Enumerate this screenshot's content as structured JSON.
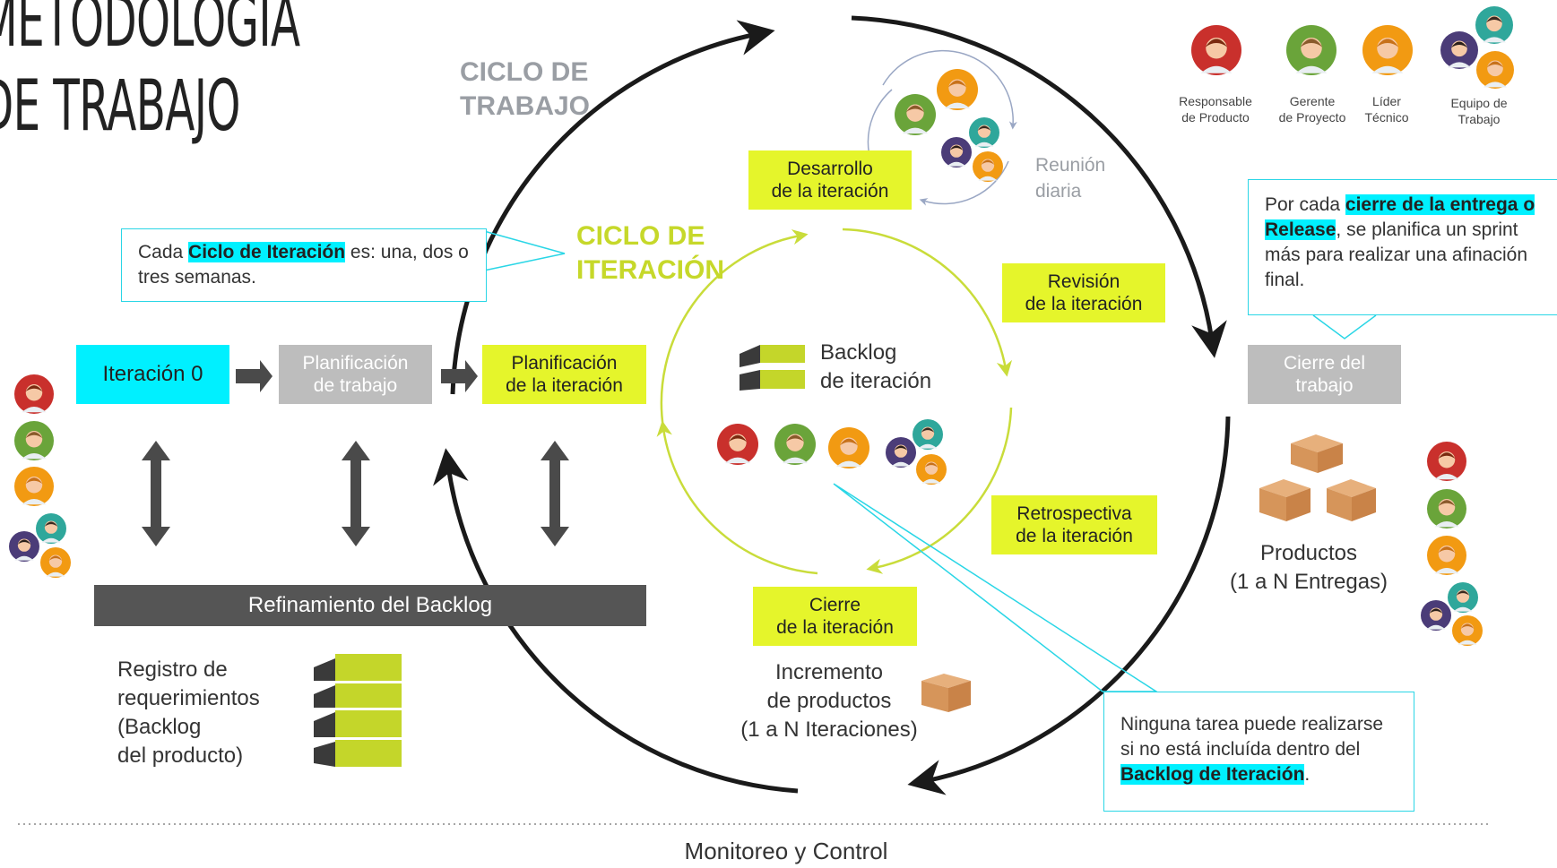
{
  "title": {
    "line1": "METODOLOGÍA",
    "line2": "DE TRABAJO"
  },
  "cycles": {
    "work": "CICLO DE\nTRABAJO",
    "iteration": "CICLO DE\nITERACIÓN"
  },
  "boxes": {
    "iteration0": "Iteración 0",
    "work_planning": "Planificación\nde trabajo",
    "iteration_planning": "Planificación\nde la iteración",
    "iteration_development": "Desarrollo\nde la iteración",
    "iteration_review": "Revisión\nde la iteración",
    "iteration_retrospective": "Retrospectiva\nde la iteración",
    "iteration_close": "Cierre\nde la iteración",
    "work_close": "Cierre del\ntrabajo",
    "backlog_refinement": "Refinamiento del Backlog"
  },
  "labels": {
    "daily_meeting": "Reunión\ndiaria",
    "iteration_backlog": "Backlog\nde iteración",
    "requirements": "Registro de\nrequerimientos\n(Backlog\ndel producto)",
    "increment": "Incremento\nde productos\n(1 a N Iteraciones)",
    "products": "Productos\n(1 a N Entregas)",
    "monitoring": "Monitoreo y Control"
  },
  "roles": [
    {
      "label": "Responsable\nde Producto"
    },
    {
      "label": "Gerente\nde Proyecto"
    },
    {
      "label": "Líder\nTécnico"
    },
    {
      "label": "Equipo de\nTrabajo"
    }
  ],
  "notes": {
    "cycle": {
      "pre": "Cada ",
      "hl": "Ciclo de Iteración",
      "post": " es: una, dos o tres semanas."
    },
    "release": {
      "pre": "Por cada ",
      "hl": "cierre de la entrega o Release",
      "post": ", se planifica un sprint más para realizar una afinación final."
    },
    "backlog": {
      "pre": "Ninguna tarea puede realizarse si no está incluída dentro del ",
      "hl": "Backlog de Iteración",
      "post": "."
    }
  },
  "colors": {
    "yellow": "#e5f52b",
    "cyan": "#00f0ff",
    "grey": "#bdbdbd",
    "dark": "#555555",
    "green_text": "#c6d82a",
    "grey_text": "#9a9ea4",
    "ring_green": "#c9dc3a"
  }
}
